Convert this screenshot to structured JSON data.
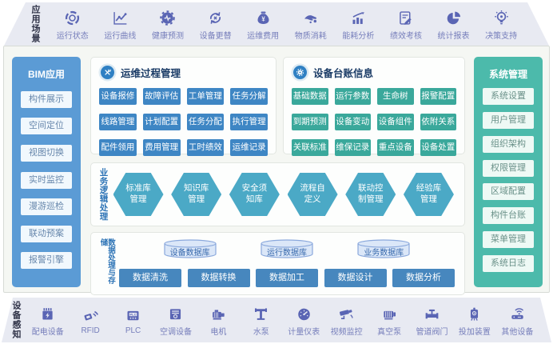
{
  "colors": {
    "band_bg": "#e8eaf2",
    "band_icon": "#5a65b4",
    "band_label": "#767ebb",
    "band_title": "#2f3247",
    "bim_panel_bg": "#5b9bd5",
    "system_panel_bg": "#4cbaab",
    "ops_button": "#3e86c4",
    "ledger_button": "#3aa89b",
    "hexagon": "#4ba9c6",
    "data_button": "#4787be",
    "database_fill": "#dbe7f8",
    "database_border": "#8aa8dc",
    "section_title": "#1a3b66",
    "section_icon_bg": "#2f80c3",
    "vertical_label": "#2e74b6"
  },
  "top_band": {
    "title": "应用场景",
    "items": [
      {
        "icon": "status-ring-icon",
        "label": "运行状态"
      },
      {
        "icon": "curve-chart-icon",
        "label": "运行曲线"
      },
      {
        "icon": "health-gear-icon",
        "label": "健康预测"
      },
      {
        "icon": "replace-arrows-icon",
        "label": "设备更替"
      },
      {
        "icon": "money-bag-icon",
        "label": "运维费用"
      },
      {
        "icon": "material-hand-icon",
        "label": "物质消耗"
      },
      {
        "icon": "energy-chart-icon",
        "label": "能耗分析"
      },
      {
        "icon": "review-doc-icon",
        "label": "绩效考核"
      },
      {
        "icon": "pie-report-icon",
        "label": "统计报表"
      },
      {
        "icon": "bulb-icon",
        "label": "决策支持"
      }
    ]
  },
  "bim_panel": {
    "title": "BIM应用",
    "items": [
      "构件展示",
      "空间定位",
      "视图切换",
      "实时监控",
      "漫游巡检",
      "联动预案",
      "报警引擎"
    ]
  },
  "ops_panel": {
    "title": "运维过程管理",
    "buttons": [
      "设备报修",
      "故障评估",
      "工单管理",
      "任务分解",
      "线路管理",
      "计划配置",
      "任务分配",
      "执行管理",
      "配件领用",
      "费用管理",
      "工时绩效",
      "运维记录"
    ]
  },
  "ledger_panel": {
    "title": "设备台账信息",
    "buttons": [
      "基础数据",
      "运行参数",
      "生命树",
      "报警配置",
      "到期预测",
      "设备变动",
      "设备组件",
      "依附关系",
      "关联标准",
      "维保记录",
      "重点设备",
      "设备处置"
    ]
  },
  "logic_panel": {
    "title": "业务逻辑处理",
    "hexagons": [
      "标准库管理",
      "知识库管理",
      "安全须知库",
      "流程自定义",
      "联动控制管理",
      "经验库管理"
    ]
  },
  "data_panel": {
    "title": "数据处理与存储",
    "databases": [
      "设备数据库",
      "运行数据库",
      "业务数据库"
    ],
    "buttons": [
      "数据清洗",
      "数据转换",
      "数据加工",
      "数据设计",
      "数据分析"
    ]
  },
  "system_panel": {
    "title": "系统管理",
    "items": [
      "系统设置",
      "用户管理",
      "组织架构",
      "权限管理",
      "区域配置",
      "构件台账",
      "菜单管理",
      "系统日志"
    ]
  },
  "bottom_band": {
    "title": "设备感知",
    "items": [
      {
        "icon": "power-device-icon",
        "label": "配电设备"
      },
      {
        "icon": "rfid-icon",
        "label": "RFID"
      },
      {
        "icon": "plc-icon",
        "label": "PLC"
      },
      {
        "icon": "hvac-icon",
        "label": "空调设备"
      },
      {
        "icon": "motor-icon",
        "label": "电机"
      },
      {
        "icon": "water-pump-icon",
        "label": "水泵"
      },
      {
        "icon": "gauge-icon",
        "label": "计量仪表"
      },
      {
        "icon": "cctv-icon",
        "label": "视频监控"
      },
      {
        "icon": "vacuum-pump-icon",
        "label": "真空泵"
      },
      {
        "icon": "pipe-valve-icon",
        "label": "管道阀门"
      },
      {
        "icon": "dosing-device-icon",
        "label": "投加装置"
      },
      {
        "icon": "other-device-icon",
        "label": "其他设备"
      }
    ]
  }
}
